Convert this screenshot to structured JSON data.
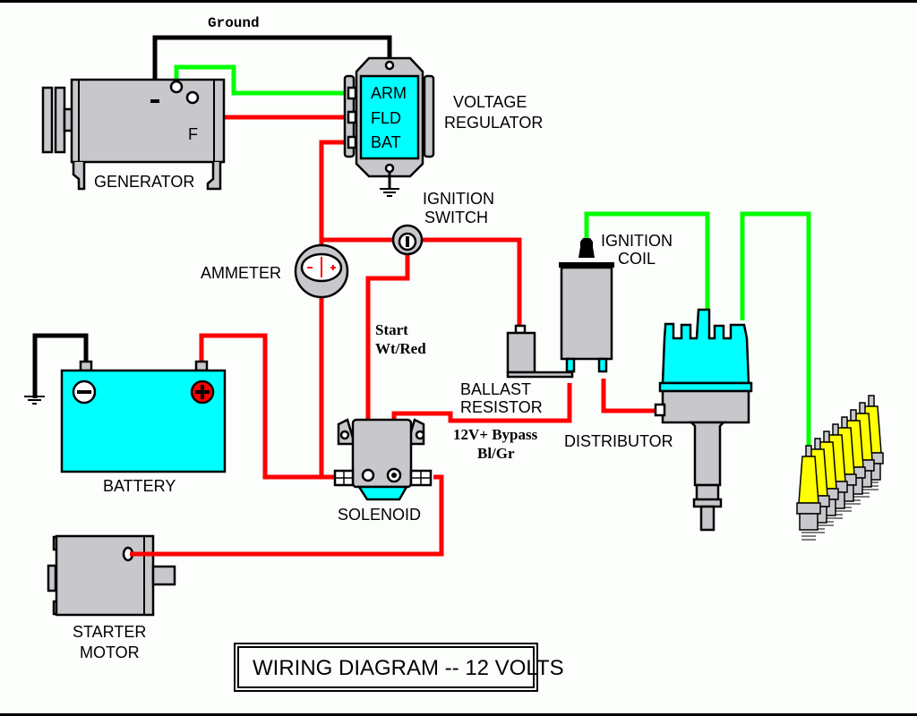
{
  "title": "WIRING DIAGRAM -- 12 VOLTS",
  "colors": {
    "hot_wire": "#ff0000",
    "ground_wire": "#000000",
    "secondary_wire": "#00ff00",
    "component_body": "#c8c8cc",
    "cyan_part": "#00ffff",
    "spark_plug_boot": "#ffff00",
    "background": "#fcfefc"
  },
  "components": {
    "generator": {
      "label": "GENERATOR",
      "terminal_label": "F"
    },
    "voltage_regulator": {
      "label_line1": "VOLTAGE",
      "label_line2": "REGULATOR",
      "terminals": [
        "ARM",
        "FLD",
        "BAT"
      ]
    },
    "ammeter": {
      "label": "AMMETER"
    },
    "ignition_switch": {
      "label_line1": "IGNITION",
      "label_line2": "SWITCH"
    },
    "ignition_coil": {
      "label_line1": "IGNITION",
      "label_line2": "COIL"
    },
    "ballast_resistor": {
      "label_line1": "BALLAST",
      "label_line2": "RESISTOR"
    },
    "distributor": {
      "label": "DISTRIBUTOR"
    },
    "battery": {
      "label": "BATTERY"
    },
    "solenoid": {
      "label": "SOLENOID"
    },
    "starter_motor": {
      "label_line1": "STARTER",
      "label_line2": "MOTOR"
    },
    "spark_plugs": {
      "count": 8
    }
  },
  "wire_labels": {
    "ground": "Ground",
    "start_line1": "Start",
    "start_line2": "Wt/Red",
    "bypass_line1": "12V+ Bypass",
    "bypass_line2": "Bl/Gr"
  }
}
